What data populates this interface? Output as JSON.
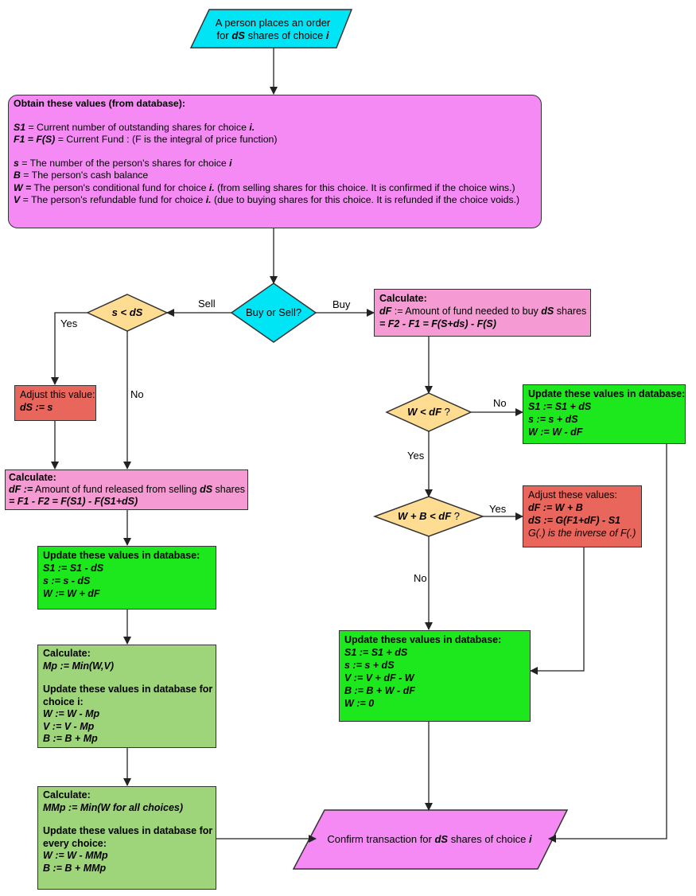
{
  "start": {
    "text": "A person places an order",
    "rich": [
      [
        "",
        "for "
      ],
      [
        "bi",
        "dS"
      ],
      [
        "",
        " shares of choice "
      ],
      [
        "bi",
        "i"
      ]
    ]
  },
  "obtain": {
    "lines": [
      [
        [
          "b",
          "Obtain these values (from database):"
        ]
      ],
      [],
      [
        [
          "bi",
          "S1"
        ],
        [
          "",
          " = Current number of outstanding shares for choice "
        ],
        [
          "bi",
          "i."
        ]
      ],
      [
        [
          "bi",
          "F1 = F(S)"
        ],
        [
          "",
          " = Current Fund : (F is the integral of price function)"
        ]
      ],
      [],
      [
        [
          "bi",
          "s"
        ],
        [
          "",
          " = The number of the person's shares for choice "
        ],
        [
          "bi",
          "i"
        ]
      ],
      [
        [
          "bi",
          "B"
        ],
        [
          "",
          " = The person's cash balance"
        ]
      ],
      [
        [
          "bi",
          "W ="
        ],
        [
          "",
          " The person's conditional fund for choice "
        ],
        [
          "bi",
          "i."
        ],
        [
          "",
          " (from selling shares for this choice. It is confirmed if the choice wins.)"
        ]
      ],
      [
        [
          "bi",
          "V"
        ],
        [
          "",
          " = The person's refundable fund for choice "
        ],
        [
          "bi",
          "i."
        ],
        [
          "",
          " (due to buying shares for this choice. It is refunded if the choice voids.)"
        ]
      ]
    ]
  },
  "buy_or_sell": "Buy or Sell?",
  "labels": {
    "sell": "Sell",
    "buy": "Buy",
    "yes": "Yes",
    "no": "No"
  },
  "s_lt_ds": [
    [
      "bi",
      "s < dS"
    ]
  ],
  "w_lt_df": [
    [
      "bi",
      "W < dF"
    ],
    [
      "",
      " ?"
    ]
  ],
  "wb_lt_df": [
    [
      "bi",
      "W + B < dF"
    ],
    [
      "",
      " ?"
    ]
  ],
  "adjust_ds": {
    "lines": [
      [
        [
          "",
          "Adjust this value:"
        ]
      ],
      [
        [
          "bi",
          "dS := s"
        ]
      ]
    ]
  },
  "calc_buy": {
    "lines": [
      [
        [
          "b",
          "Calculate:"
        ]
      ],
      [
        [
          "bi",
          "dF"
        ],
        [
          "",
          " := Amount of fund needed to buy "
        ],
        [
          "bi",
          "dS"
        ],
        [
          "",
          " shares"
        ]
      ],
      [
        [
          "bi",
          "= F2 - F1 = F(S+ds) - F(S)"
        ]
      ]
    ]
  },
  "calc_sell": {
    "lines": [
      [
        [
          "b",
          "Calculate:"
        ]
      ],
      [
        [
          "bi",
          "dF :="
        ],
        [
          "",
          " Amount of fund released from selling "
        ],
        [
          "bi",
          "dS"
        ],
        [
          "",
          " shares"
        ]
      ],
      [
        [
          "bi",
          "= F1 - F2 = F(S1)  - F(S1+dS)"
        ]
      ]
    ]
  },
  "update_buy1": {
    "lines": [
      [
        [
          "b",
          "Update these values in database:"
        ]
      ],
      [
        [
          "bi",
          "S1 := S1 +  dS"
        ]
      ],
      [
        [
          "bi",
          "s := s + dS"
        ]
      ],
      [
        [
          "bi",
          "W := W - dF"
        ]
      ]
    ]
  },
  "update_sell": {
    "lines": [
      [
        [
          "b",
          "Update these values in database:"
        ]
      ],
      [
        [
          "bi",
          "S1 := S1 - dS"
        ]
      ],
      [
        [
          "bi",
          "s := s - dS"
        ]
      ],
      [
        [
          "bi",
          "W := W + dF"
        ]
      ]
    ]
  },
  "adjust_buy": {
    "lines": [
      [
        [
          "",
          "Adjust these values:"
        ]
      ],
      [
        [
          "bi",
          "dF := W + B"
        ]
      ],
      [
        [
          "bi",
          "dS := G(F1+dF) - S1"
        ]
      ],
      [
        [
          "i",
          "G(.) is the inverse of F(.)"
        ]
      ]
    ]
  },
  "update_buy2": {
    "lines": [
      [
        [
          "b",
          "Update these values in database:"
        ]
      ],
      [
        [
          "bi",
          "S1 := S1 +  dS"
        ]
      ],
      [
        [
          "bi",
          "s := s + dS"
        ]
      ],
      [
        [
          "bi",
          "V := V + dF - W"
        ]
      ],
      [
        [
          "bi",
          "B  := B + W - dF"
        ]
      ],
      [
        [
          "bi",
          "W := 0"
        ]
      ]
    ]
  },
  "calc_mp": {
    "lines": [
      [
        [
          "b",
          "Calculate:"
        ]
      ],
      [
        [
          "bi",
          "Mp := Min(W,V)"
        ]
      ],
      [],
      [
        [
          "b",
          "Update these values in database for"
        ]
      ],
      [
        [
          "b",
          "choice i:"
        ]
      ],
      [
        [
          "bi",
          "W := W - Mp"
        ]
      ],
      [
        [
          "bi",
          "V := V - Mp"
        ]
      ],
      [
        [
          "bi",
          "B := B + Mp"
        ]
      ]
    ]
  },
  "calc_mmp": {
    "lines": [
      [
        [
          "b",
          "Calculate:"
        ]
      ],
      [
        [
          "bi",
          "MMp := Min(W for all choices)"
        ]
      ],
      [],
      [
        [
          "b",
          "Update these values in database for"
        ]
      ],
      [
        [
          "b",
          "every choice:"
        ]
      ],
      [
        [
          "bi",
          "W := W - MMp"
        ]
      ],
      [
        [
          "bi",
          "B := B + MMp"
        ]
      ]
    ]
  },
  "confirm": [
    [
      "",
      "Confirm transaction for "
    ],
    [
      "bi",
      "dS"
    ],
    [
      "",
      " shares of choice "
    ],
    [
      "bi",
      "i"
    ]
  ],
  "colors": {
    "cyan": "#00e5f5",
    "magenta": "#f58af5",
    "pink": "#f59ad2",
    "red": "#e8665c",
    "green": "#1de81d",
    "olive": "#9ed47a",
    "yellow": "#fedd92",
    "line": "#222222"
  }
}
